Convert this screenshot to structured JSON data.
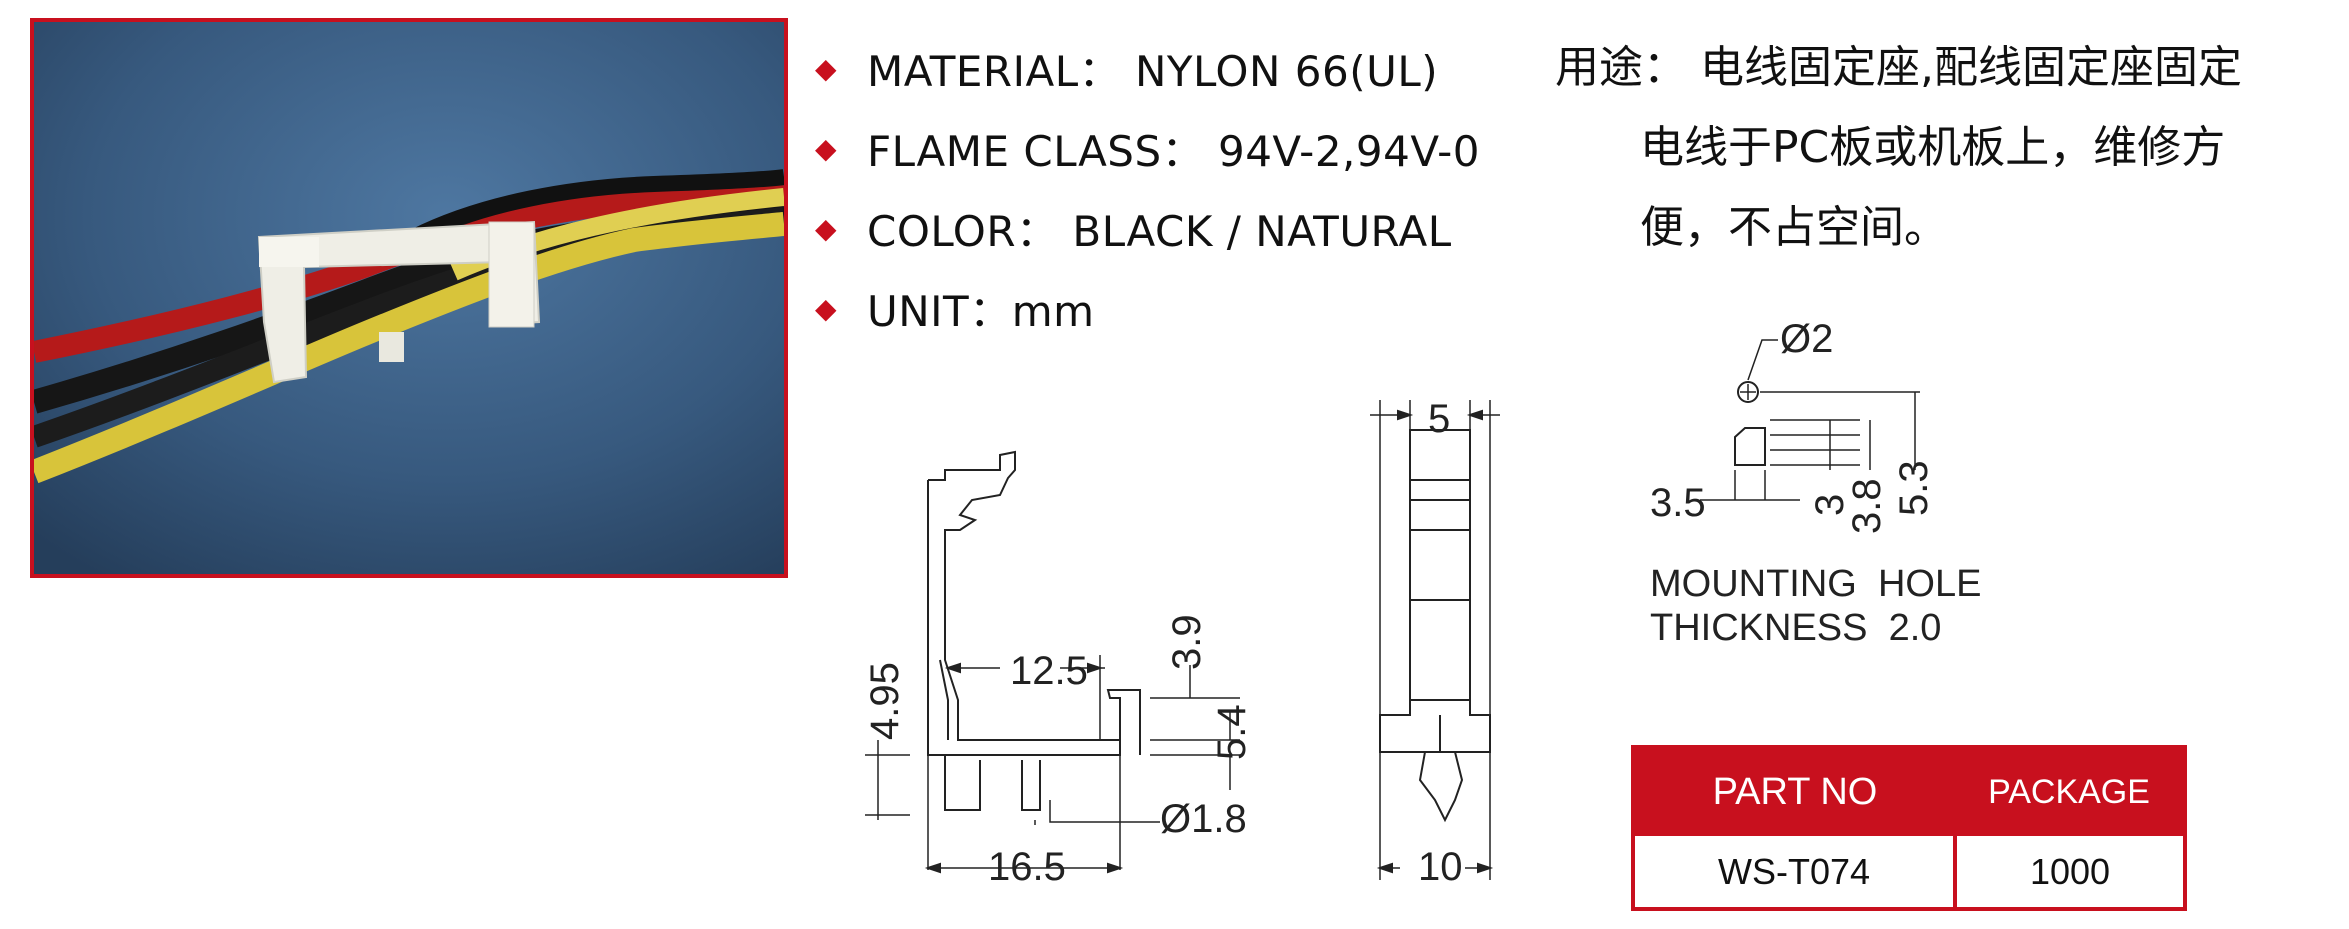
{
  "specs": [
    {
      "label": "MATERIAL： NYLON 66(UL)"
    },
    {
      "label": "FLAME CLASS： 94V-2,94V-0"
    },
    {
      "label": "COLOR： BLACK / NATURAL"
    },
    {
      "label": "UNIT：mm"
    }
  ],
  "usage": {
    "label": "用途：",
    "text": "电线固定座,配线固定座固定电线于PC板或机板上，维修方便，不占空间。"
  },
  "dimensions": {
    "front": {
      "d1": "12.5",
      "d2": "3.9",
      "d3": "4.95",
      "d4": "5.4",
      "d5": "Ø1.8",
      "d6": "16.5"
    },
    "side": {
      "d1": "5",
      "d2": "10"
    },
    "hole": {
      "d1": "Ø2",
      "d2": "3.5",
      "d3": "3",
      "d4": "3.8",
      "d5": "5.3"
    },
    "note_line1": "MOUNTING  HOLE",
    "note_line2": "THICKNESS  2.0"
  },
  "table": {
    "head_part": "PART NO",
    "head_package": "PACKAGE",
    "part_no": "WS-T074",
    "package": "1000"
  },
  "colors": {
    "accent": "#c8101e",
    "photo_bg": "#3a5a7e"
  }
}
